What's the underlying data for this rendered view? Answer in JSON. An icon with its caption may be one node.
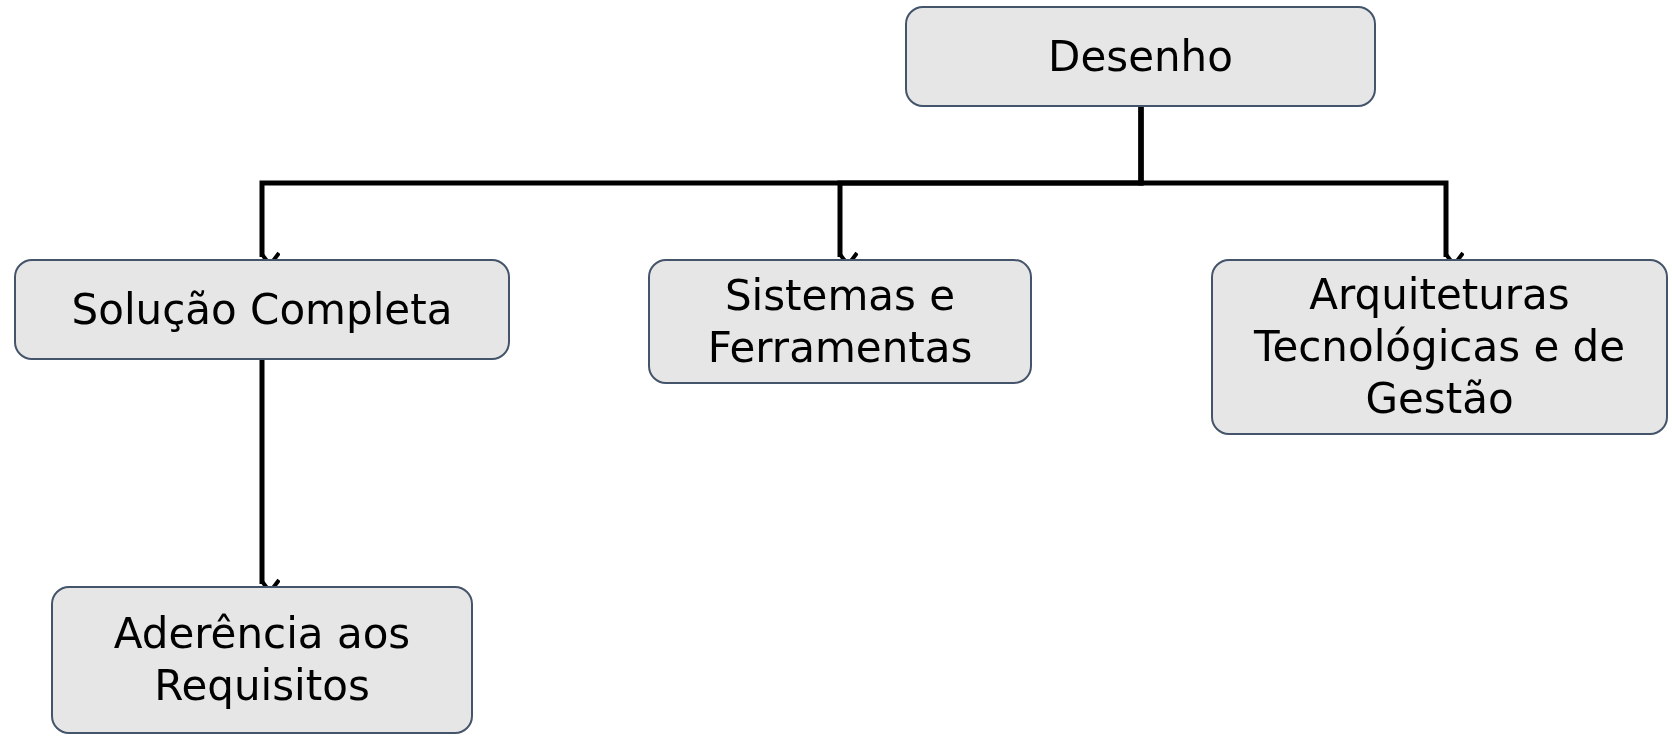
{
  "diagram": {
    "nodes": [
      {
        "text": [
          "Desenho"
        ]
      },
      {
        "text": [
          "Solução Completa"
        ]
      },
      {
        "text": [
          "Sistemas e Ferramentas"
        ]
      },
      {
        "text": [
          "Arquiteturas Tecnológicas e de Gestão"
        ]
      },
      {
        "text": [
          "Aderência aos Requisitos"
        ]
      }
    ],
    "edges": [
      {
        "from": 0,
        "to": 1,
        "arrow": "to"
      },
      {
        "from": 0,
        "to": 2,
        "arrow": "to"
      },
      {
        "from": 0,
        "to": 3,
        "arrow": "to"
      },
      {
        "from": 1,
        "to": 4,
        "arrow": "to"
      }
    ]
  }
}
